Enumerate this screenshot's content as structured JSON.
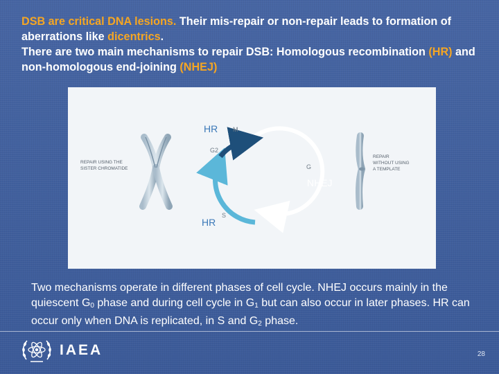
{
  "header": {
    "p1_hl": "DSB are critical DNA lesions.",
    "p1_rest": " Their mis-repair or non-repair leads to formation of aberrations like ",
    "p1_hl2": "dicentrics",
    "p1_end": ".",
    "p2_a": "There are two main mechanisms to repair DSB: Homologous recombination ",
    "p2_hr": "(HR)",
    "p2_b": " and non-homologous end-joining ",
    "p2_nhej": "(NHEJ)"
  },
  "figure": {
    "left_caption_1": "REPAIR USING THE",
    "left_caption_2": "SISTER CHROMATIDE",
    "right_caption_1": "REPAIR",
    "right_caption_2": "WITHOUT USING",
    "right_caption_3": "A TEMPLATE",
    "hr_top": "HR",
    "hr_bottom": "HR",
    "nhej": "NHEJ",
    "phase_m": "M",
    "phase_g2": "G2",
    "phase_g1": "G",
    "phase_s": "S",
    "colors": {
      "hr": "#3b78b8",
      "nhej": "#ffffff",
      "cycle_light": "#5bb7d9",
      "cycle_dark": "#1e4f7a"
    }
  },
  "caption": {
    "t1": "Two mechanisms operate in different phases of cell cycle. NHEJ occurs mainly in the quiescent G",
    "s1": "0",
    "t2": " phase and during cell cycle in G",
    "s2": "1",
    "t3": " but can also occur in later phases. HR can occur only when DNA is replicated, in S and G",
    "s3": "2",
    "t4": " phase."
  },
  "footer": {
    "logo_text": "IAEA",
    "page_number": "28"
  }
}
